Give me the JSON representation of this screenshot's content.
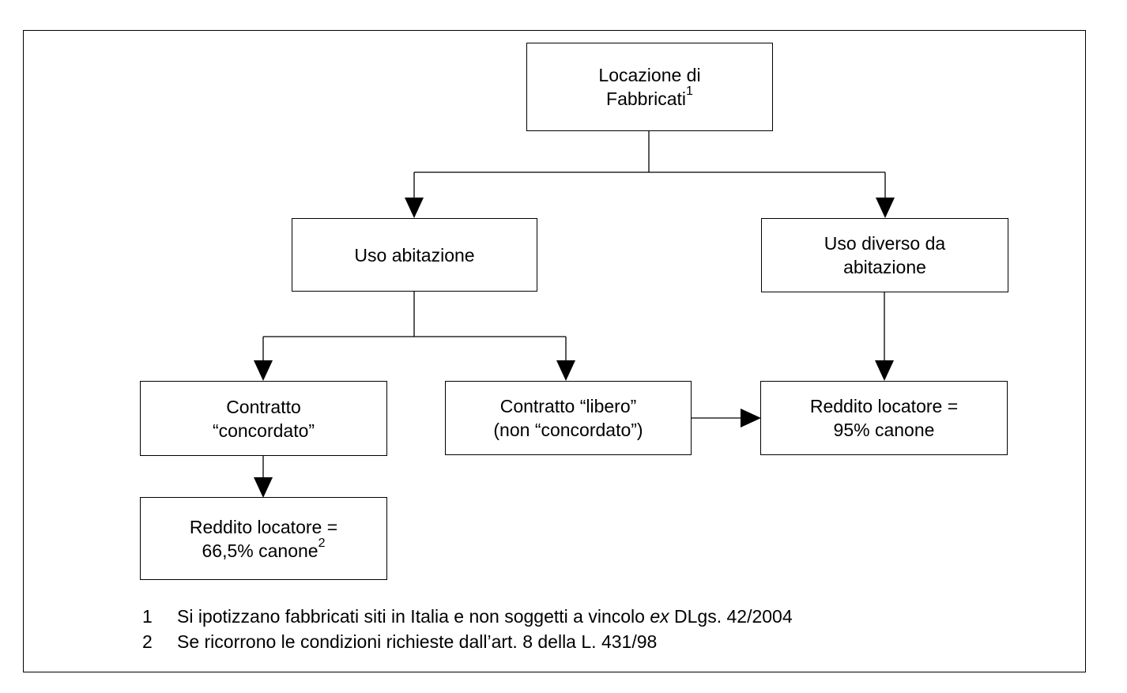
{
  "diagram": {
    "root": {
      "line1": "Locazione di",
      "line2": "Fabbricati",
      "sup": "1"
    },
    "uso_abitazione": {
      "line1": "Uso abitazione"
    },
    "uso_diverso": {
      "line1": "Uso diverso da",
      "line2": "abitazione"
    },
    "contratto_concordato": {
      "line1": "Contratto",
      "line2": "“concordato”"
    },
    "contratto_libero": {
      "line1": "Contratto “libero”",
      "line2": "(non “concordato”)"
    },
    "reddito_95": {
      "line1": "Reddito locatore =",
      "line2": "95% canone"
    },
    "reddito_665": {
      "line1": "Reddito locatore =",
      "line2": "66,5% canone",
      "sup": "2"
    }
  },
  "footnotes": [
    {
      "number": "1",
      "text_before": "Si ipotizzano fabbricati siti in Italia e non soggetti a vincolo ",
      "text_italic": "ex",
      "text_after": " DLgs. 42/2004"
    },
    {
      "number": "2",
      "text": "Se ricorrono le condizioni richieste dall’art. 8 della L. 431/98"
    }
  ]
}
